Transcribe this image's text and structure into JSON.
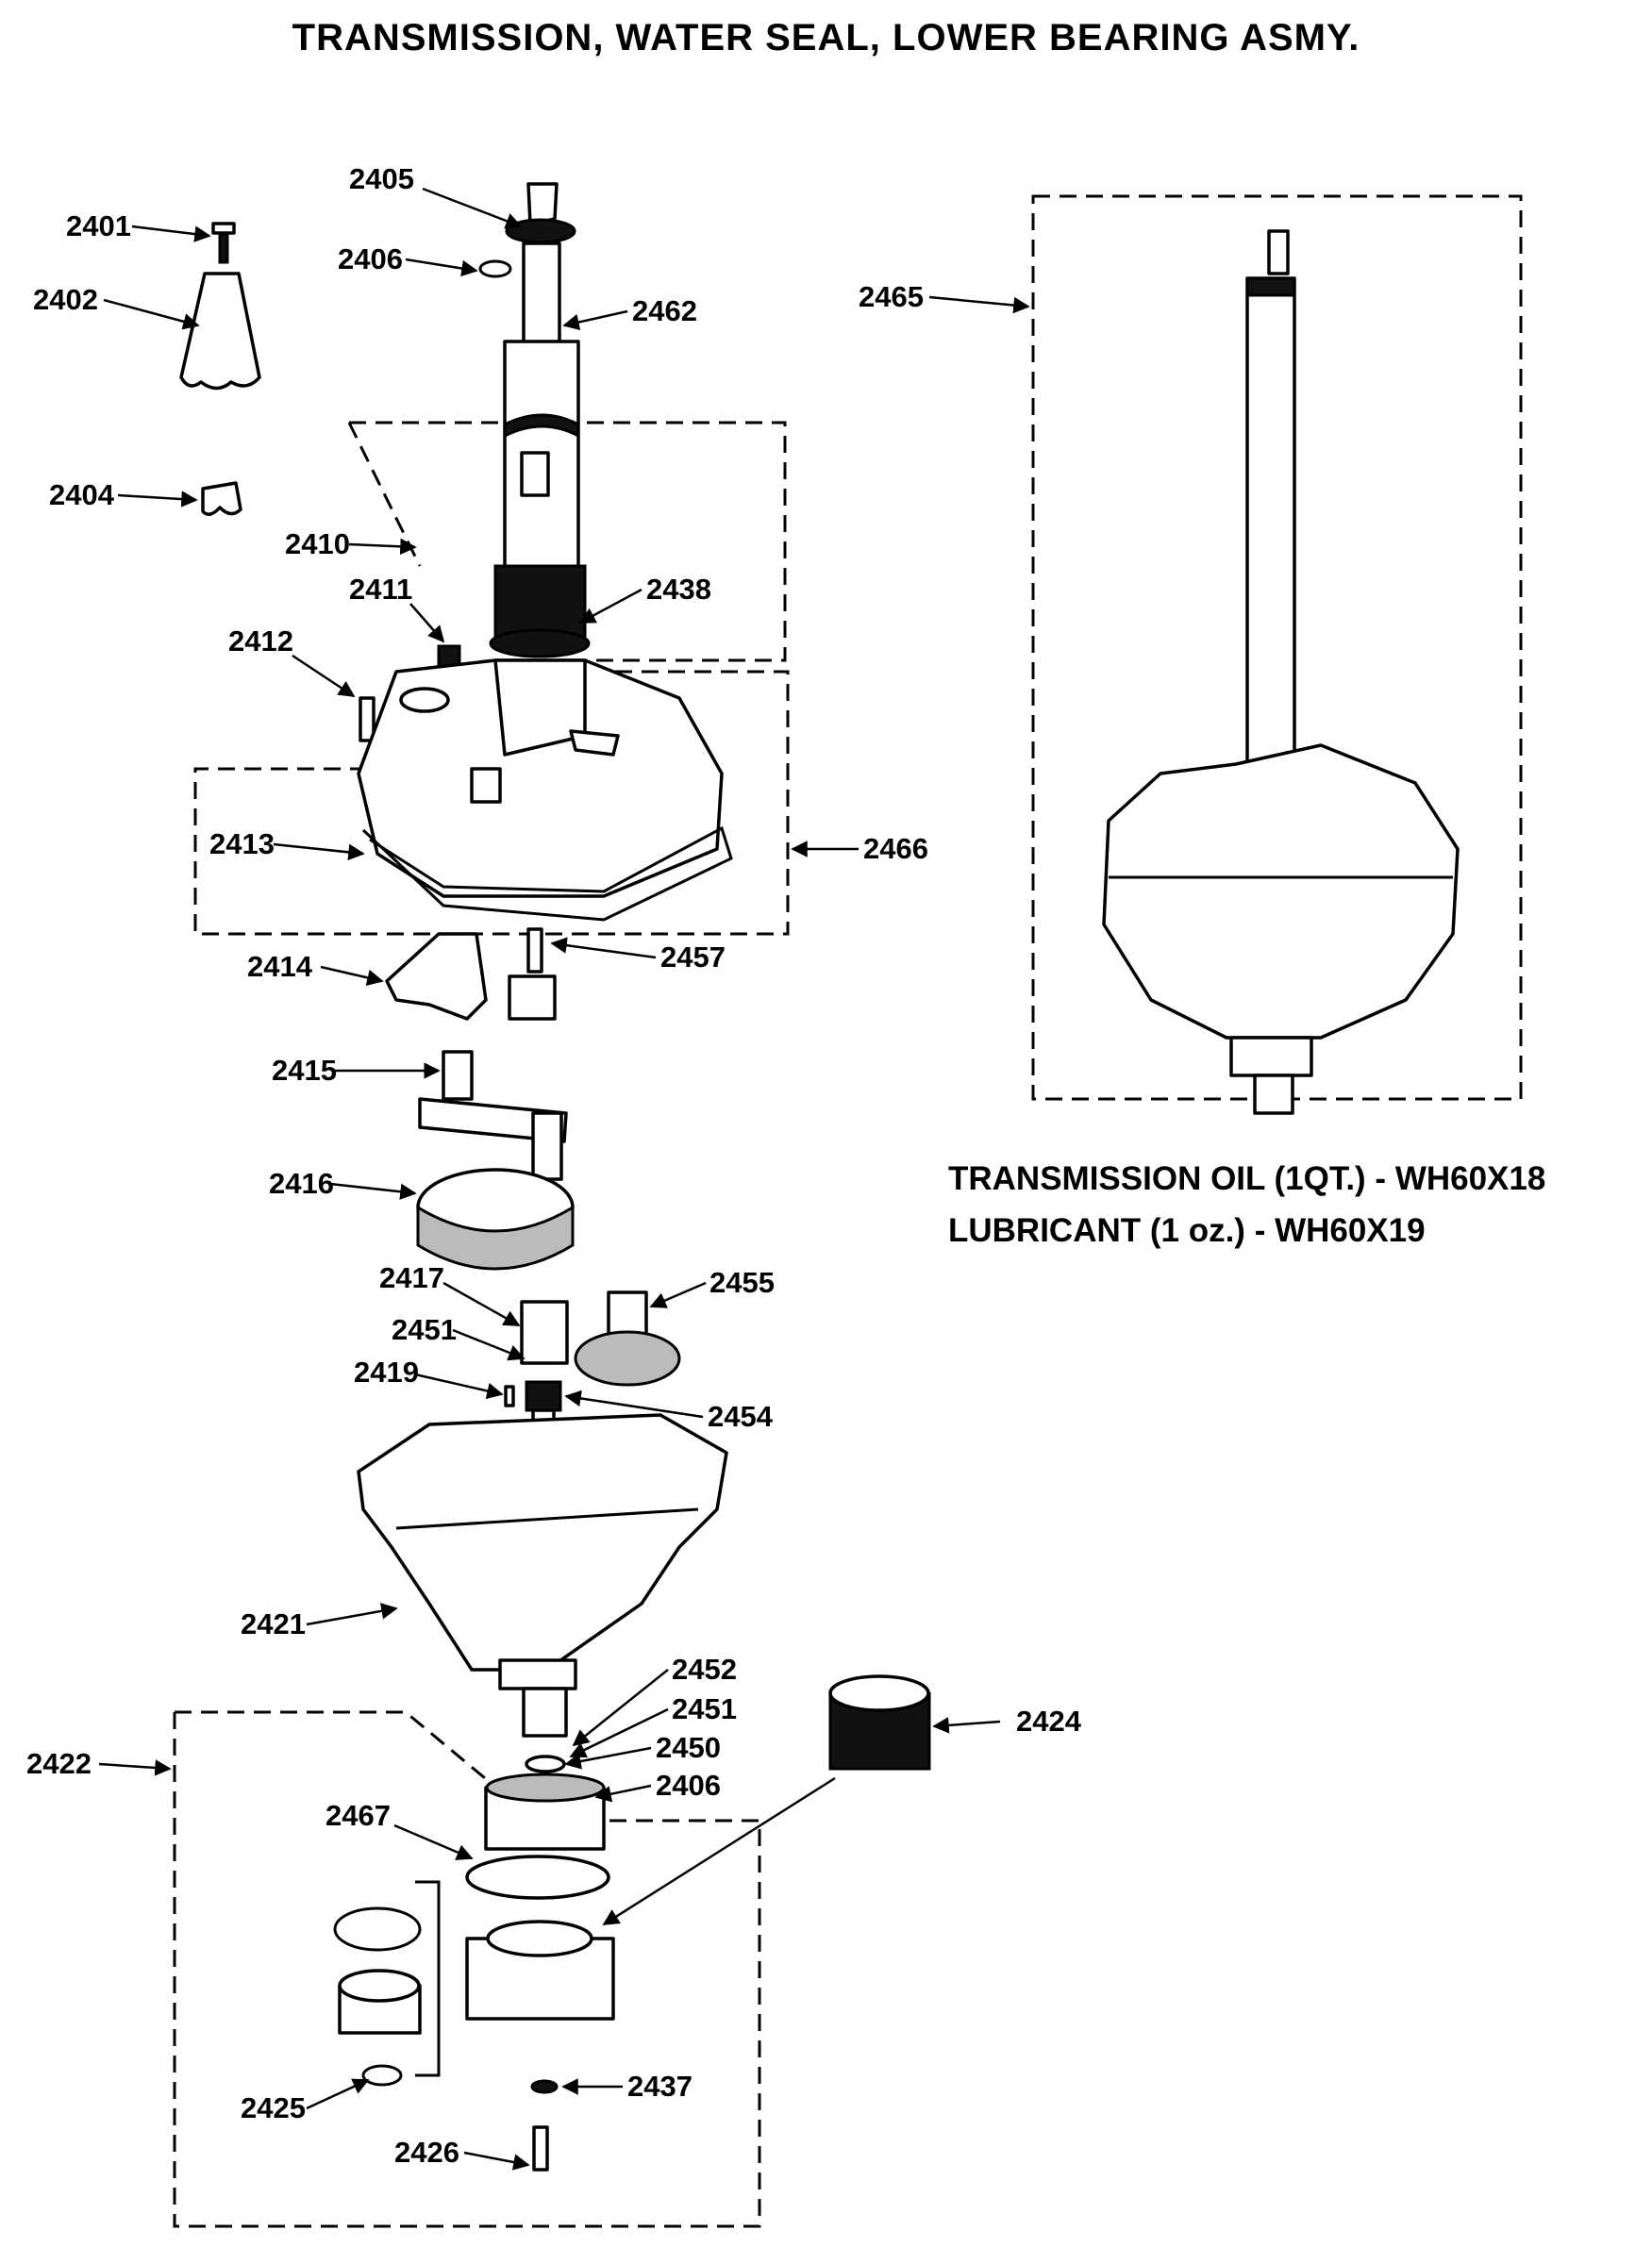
{
  "title": "TRANSMISSION, WATER SEAL, LOWER BEARING ASMY.",
  "notes": {
    "oil": "TRANSMISSION OIL (1QT.) - WH60X18",
    "lubricant": "LUBRICANT (1 oz.) - WH60X19"
  },
  "labels": {
    "p2401": "2401",
    "p2402": "2402",
    "p2404": "2404",
    "p2405": "2405",
    "p2406a": "2406",
    "p2462": "2462",
    "p2465": "2465",
    "p2410": "2410",
    "p2411": "2411",
    "p2438": "2438",
    "p2412": "2412",
    "p2413": "2413",
    "p2466": "2466",
    "p2414": "2414",
    "p2457": "2457",
    "p2415": "2415",
    "p2416": "2416",
    "p2417": "2417",
    "p2455": "2455",
    "p2451a": "2451",
    "p2419": "2419",
    "p2454": "2454",
    "p2421": "2421",
    "p2452": "2452",
    "p2451b": "2451",
    "p2450": "2450",
    "p2406b": "2406",
    "p2424": "2424",
    "p2422": "2422",
    "p2467": "2467",
    "p2425": "2425",
    "p2437": "2437",
    "p2426": "2426"
  }
}
